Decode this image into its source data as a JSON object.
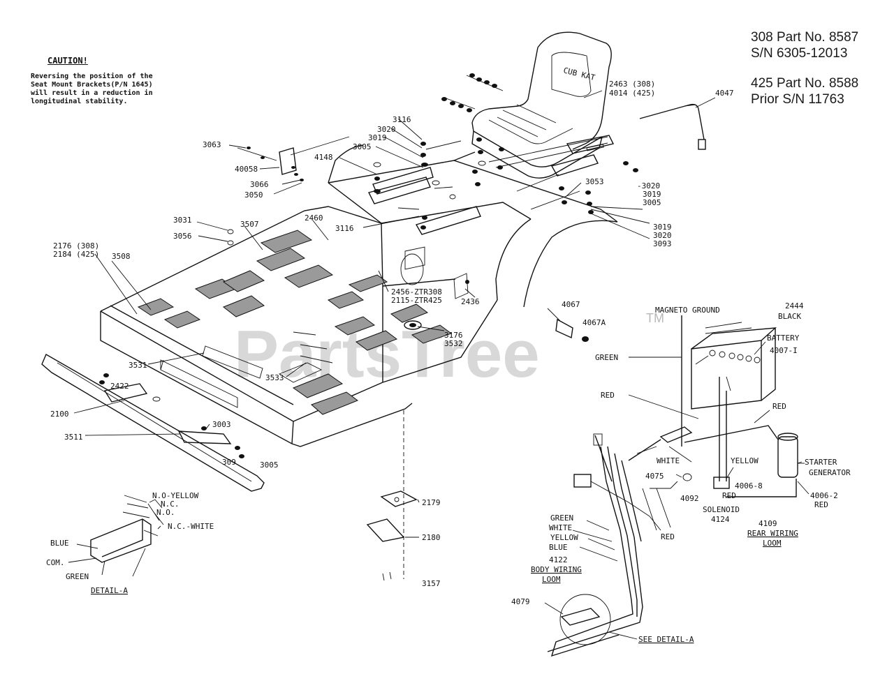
{
  "header": {
    "line1": "308 Part No. 8587",
    "line2": "S/N 6305-12013",
    "line3": "425 Part No.  8588",
    "line4": "Prior S/N 11763"
  },
  "caution": {
    "title": "CAUTION!",
    "text": "Reversing the position of the\nSeat Mount Brackets(P/N 1645)\nwill result in a reduction in\nlongitudinal stability."
  },
  "watermark": {
    "text": "PartsTree",
    "tm": "TM"
  },
  "labels": {
    "p2463": "2463 (308)",
    "p4014": "4014  (425)",
    "p4047": "4047",
    "p3116a": "3116",
    "p3020a": "3020",
    "p3019a": "3019",
    "p3005a": "3005",
    "p4148": "4148",
    "p3063a": "3063",
    "p40058": "40058",
    "p3066": "3066",
    "p3050": "3050",
    "p3053": "3053",
    "p3020b": "-3020",
    "p3019b": "3019",
    "p3005b": "3005",
    "p3019c": "3019",
    "p3020c": "3020",
    "p3093": "3093",
    "p3031": "3031",
    "p3056": "3056",
    "p3507": "3507",
    "p2460": "2460",
    "p3116b": "3116",
    "p2176": "2176 (308)",
    "p2184": "2184 (425)",
    "p3508": "3508",
    "p2456": "2456-ZTR308",
    "p2115": "2115-ZTR425",
    "p2436": "2436",
    "p3176": "3176",
    "p3532": "3532",
    "p4067": "4067",
    "p4067a": "4067A",
    "p3531": "3531",
    "p2422": "2422",
    "p3533": "3533",
    "p2100": "2100",
    "p3511": "3511",
    "p3003": "3003",
    "p309": "309",
    "p3005c": "3005",
    "p2179": "2179",
    "p2180": "2180",
    "p3157": "3157",
    "magneto": "MAGNETO GROUND",
    "p2444": "2444",
    "black": "BLACK",
    "battery": "BATTERY",
    "p40071": "4007-I",
    "green1": "GREEN",
    "red1": "RED",
    "red2": "RED",
    "white1": "WHITE",
    "yellow1": "YELLOW",
    "starter1": "STARTER",
    "starter2": "GENERATOR",
    "p4075": "4075",
    "p4092": "4092",
    "p40068": "4006-8",
    "red3": "RED",
    "solenoid": "SOLENOID",
    "p4124": "4124",
    "p40062": "4006-2",
    "red4": "RED",
    "p4109": "4109",
    "rearloom1": "REAR WIRING",
    "rearloom2": "LOOM",
    "green2": "GREEN",
    "white2": "WHITE",
    "yellow2": "YELLOW",
    "blue2": "BLUE",
    "red5": "RED",
    "p4122": "4122",
    "bodyloom1": "BODY WIRING",
    "bodyloom2": "LOOM",
    "p4079": "4079",
    "seedetail": "SEE DETAIL-A",
    "noyellow": "N.O-YELLOW",
    "nc": "N.C.",
    "no": "N.O.",
    "ncwhite": "N.C.-WHITE",
    "blue1": "BLUE",
    "com": "COM.",
    "green3": "GREEN",
    "detaila": "DETAIL-A",
    "seatlogo": "CUB KAT"
  }
}
